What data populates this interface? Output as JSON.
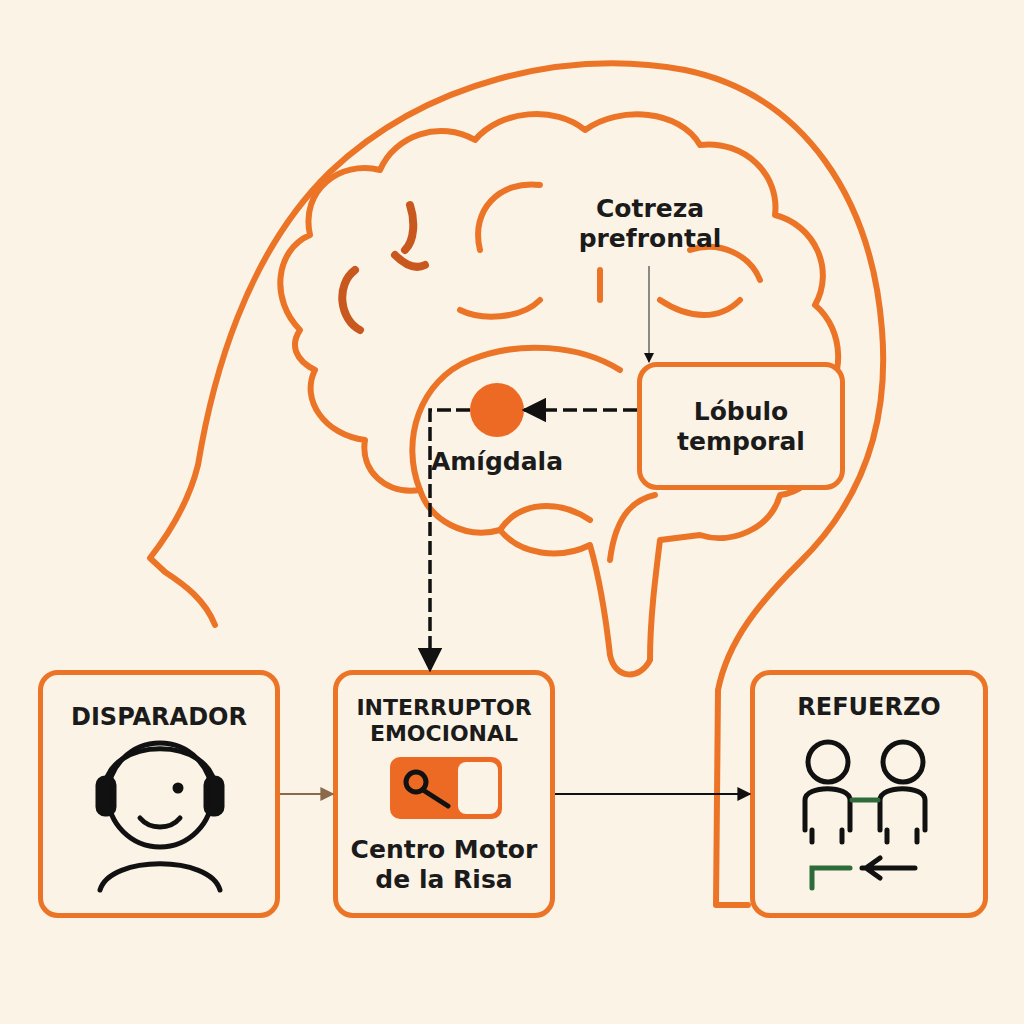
{
  "diagram": {
    "nodes": [
      {
        "text": [
          "Cotreza prefrontal"
        ]
      },
      {
        "text": [
          "Lóbulo temporal"
        ]
      },
      {
        "text": [
          "Amígdala"
        ]
      },
      {
        "text": [
          "DISPARADOR"
        ]
      },
      {
        "text": [
          "INTERRUPTOR EMOCIONAL",
          "Centro Motor de la Risa"
        ]
      },
      {
        "text": [
          "REFUERZO"
        ]
      }
    ],
    "edges": [
      {
        "from": 0,
        "to": 1,
        "arrow": "to"
      },
      {
        "from": 1,
        "to": 2,
        "arrow": "to"
      },
      {
        "from": 2,
        "to": 4,
        "arrow": "to"
      },
      {
        "from": 3,
        "to": 4,
        "arrow": "to"
      },
      {
        "from": 4,
        "to": 5,
        "arrow": "to"
      }
    ]
  }
}
